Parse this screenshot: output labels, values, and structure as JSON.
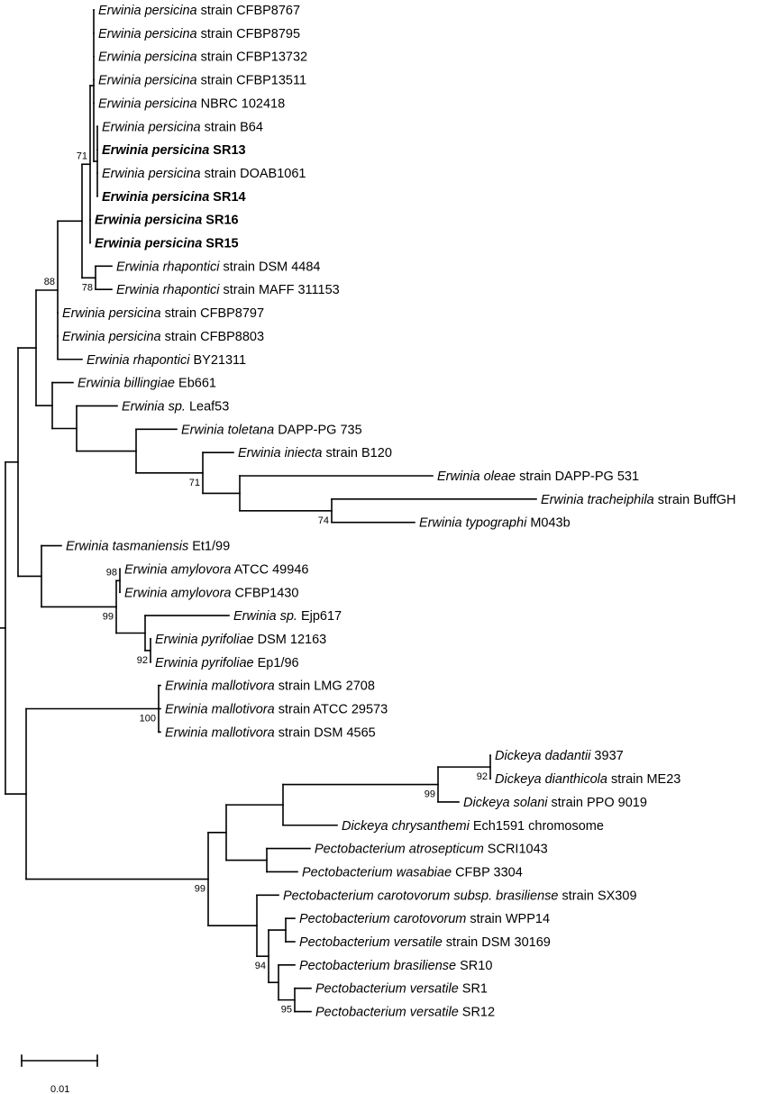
{
  "taxa": [
    {
      "species": "Erwinia persicina",
      "strain": "strain CFBP8767"
    },
    {
      "species": "Erwinia persicina",
      "strain": "strain CFBP8795"
    },
    {
      "species": "Erwinia persicina",
      "strain": "strain CFBP13732"
    },
    {
      "species": "Erwinia persicina",
      "strain": "strain CFBP13511"
    },
    {
      "species": "Erwinia persicina",
      "strain": "NBRC 102418"
    },
    {
      "species": "Erwinia persicina",
      "strain": "strain B64"
    },
    {
      "species": "Erwinia persicina",
      "strain": "SR13",
      "bold": true
    },
    {
      "species": "Erwinia persicina",
      "strain": "strain DOAB1061"
    },
    {
      "species": "Erwinia persicina",
      "strain": "SR14",
      "bold": true
    },
    {
      "species": "Erwinia persicina",
      "strain": "SR16",
      "bold": true
    },
    {
      "species": "Erwinia persicina",
      "strain": "SR15",
      "bold": true
    },
    {
      "species": "Erwinia rhapontici",
      "strain": "strain DSM 4484"
    },
    {
      "species": "Erwinia rhapontici",
      "strain": "strain MAFF 311153"
    },
    {
      "species": "Erwinia persicina",
      "strain": "strain CFBP8797"
    },
    {
      "species": "Erwinia persicina",
      "strain": "strain CFBP8803"
    },
    {
      "species": "Erwinia rhapontici",
      "strain": "BY21311"
    },
    {
      "species": "Erwinia billingiae",
      "strain": "Eb661"
    },
    {
      "species": "Erwinia sp.",
      "strain": "Leaf53"
    },
    {
      "species": "Erwinia toletana",
      "strain": "DAPP-PG 735"
    },
    {
      "species": "Erwinia iniecta",
      "strain": "strain B120"
    },
    {
      "species": "Erwinia oleae",
      "strain": "strain DAPP-PG 531"
    },
    {
      "species": "Erwinia tracheiphila",
      "strain": "strain BuffGH"
    },
    {
      "species": "Erwinia typographi",
      "strain": "M043b"
    },
    {
      "species": "Erwinia tasmaniensis",
      "strain": "Et1/99"
    },
    {
      "species": "Erwinia amylovora",
      "strain": "ATCC 49946"
    },
    {
      "species": "Erwinia amylovora",
      "strain": "CFBP1430"
    },
    {
      "species": "Erwinia sp.",
      "strain": "Ejp617"
    },
    {
      "species": "Erwinia pyrifoliae",
      "strain": "DSM 12163"
    },
    {
      "species": "Erwinia pyrifoliae",
      "strain": "Ep1/96"
    },
    {
      "species": "Erwinia mallotivora",
      "strain": "strain LMG 2708"
    },
    {
      "species": "Erwinia mallotivora",
      "strain": "strain ATCC 29573"
    },
    {
      "species": "Erwinia mallotivora",
      "strain": "strain DSM 4565"
    },
    {
      "species": "Dickeya dadantii",
      "strain": "3937"
    },
    {
      "species": "Dickeya dianthicola",
      "strain": "strain ME23"
    },
    {
      "species": "Dickeya solani",
      "strain": "strain PPO 9019"
    },
    {
      "species": "Dickeya chrysanthemi",
      "strain": "Ech1591 chromosome"
    },
    {
      "species": "Pectobacterium atrosepticum",
      "strain": "SCRI1043"
    },
    {
      "species": "Pectobacterium wasabiae",
      "strain": "CFBP 3304"
    },
    {
      "species": "Pectobacterium carotovorum subsp. brasiliense",
      "strain": "strain SX309"
    },
    {
      "species": "Pectobacterium carotovorum",
      "strain": "strain WPP14"
    },
    {
      "species": "Pectobacterium versatile",
      "strain": "strain DSM 30169"
    },
    {
      "species": "Pectobacterium brasiliense",
      "strain": "SR10"
    },
    {
      "species": "Pectobacterium versatile",
      "strain": "SR1"
    },
    {
      "species": "Pectobacterium versatile",
      "strain": "SR12"
    }
  ],
  "bootstrap_values": [
    "71",
    "78",
    "88",
    "71",
    "74",
    "98",
    "99",
    "92",
    "100",
    "92",
    "99",
    "99",
    "94",
    "95"
  ],
  "scale_bar": {
    "label": "0.01"
  },
  "colors": {
    "line": "#000000",
    "text": "#000000",
    "background": "#ffffff"
  }
}
